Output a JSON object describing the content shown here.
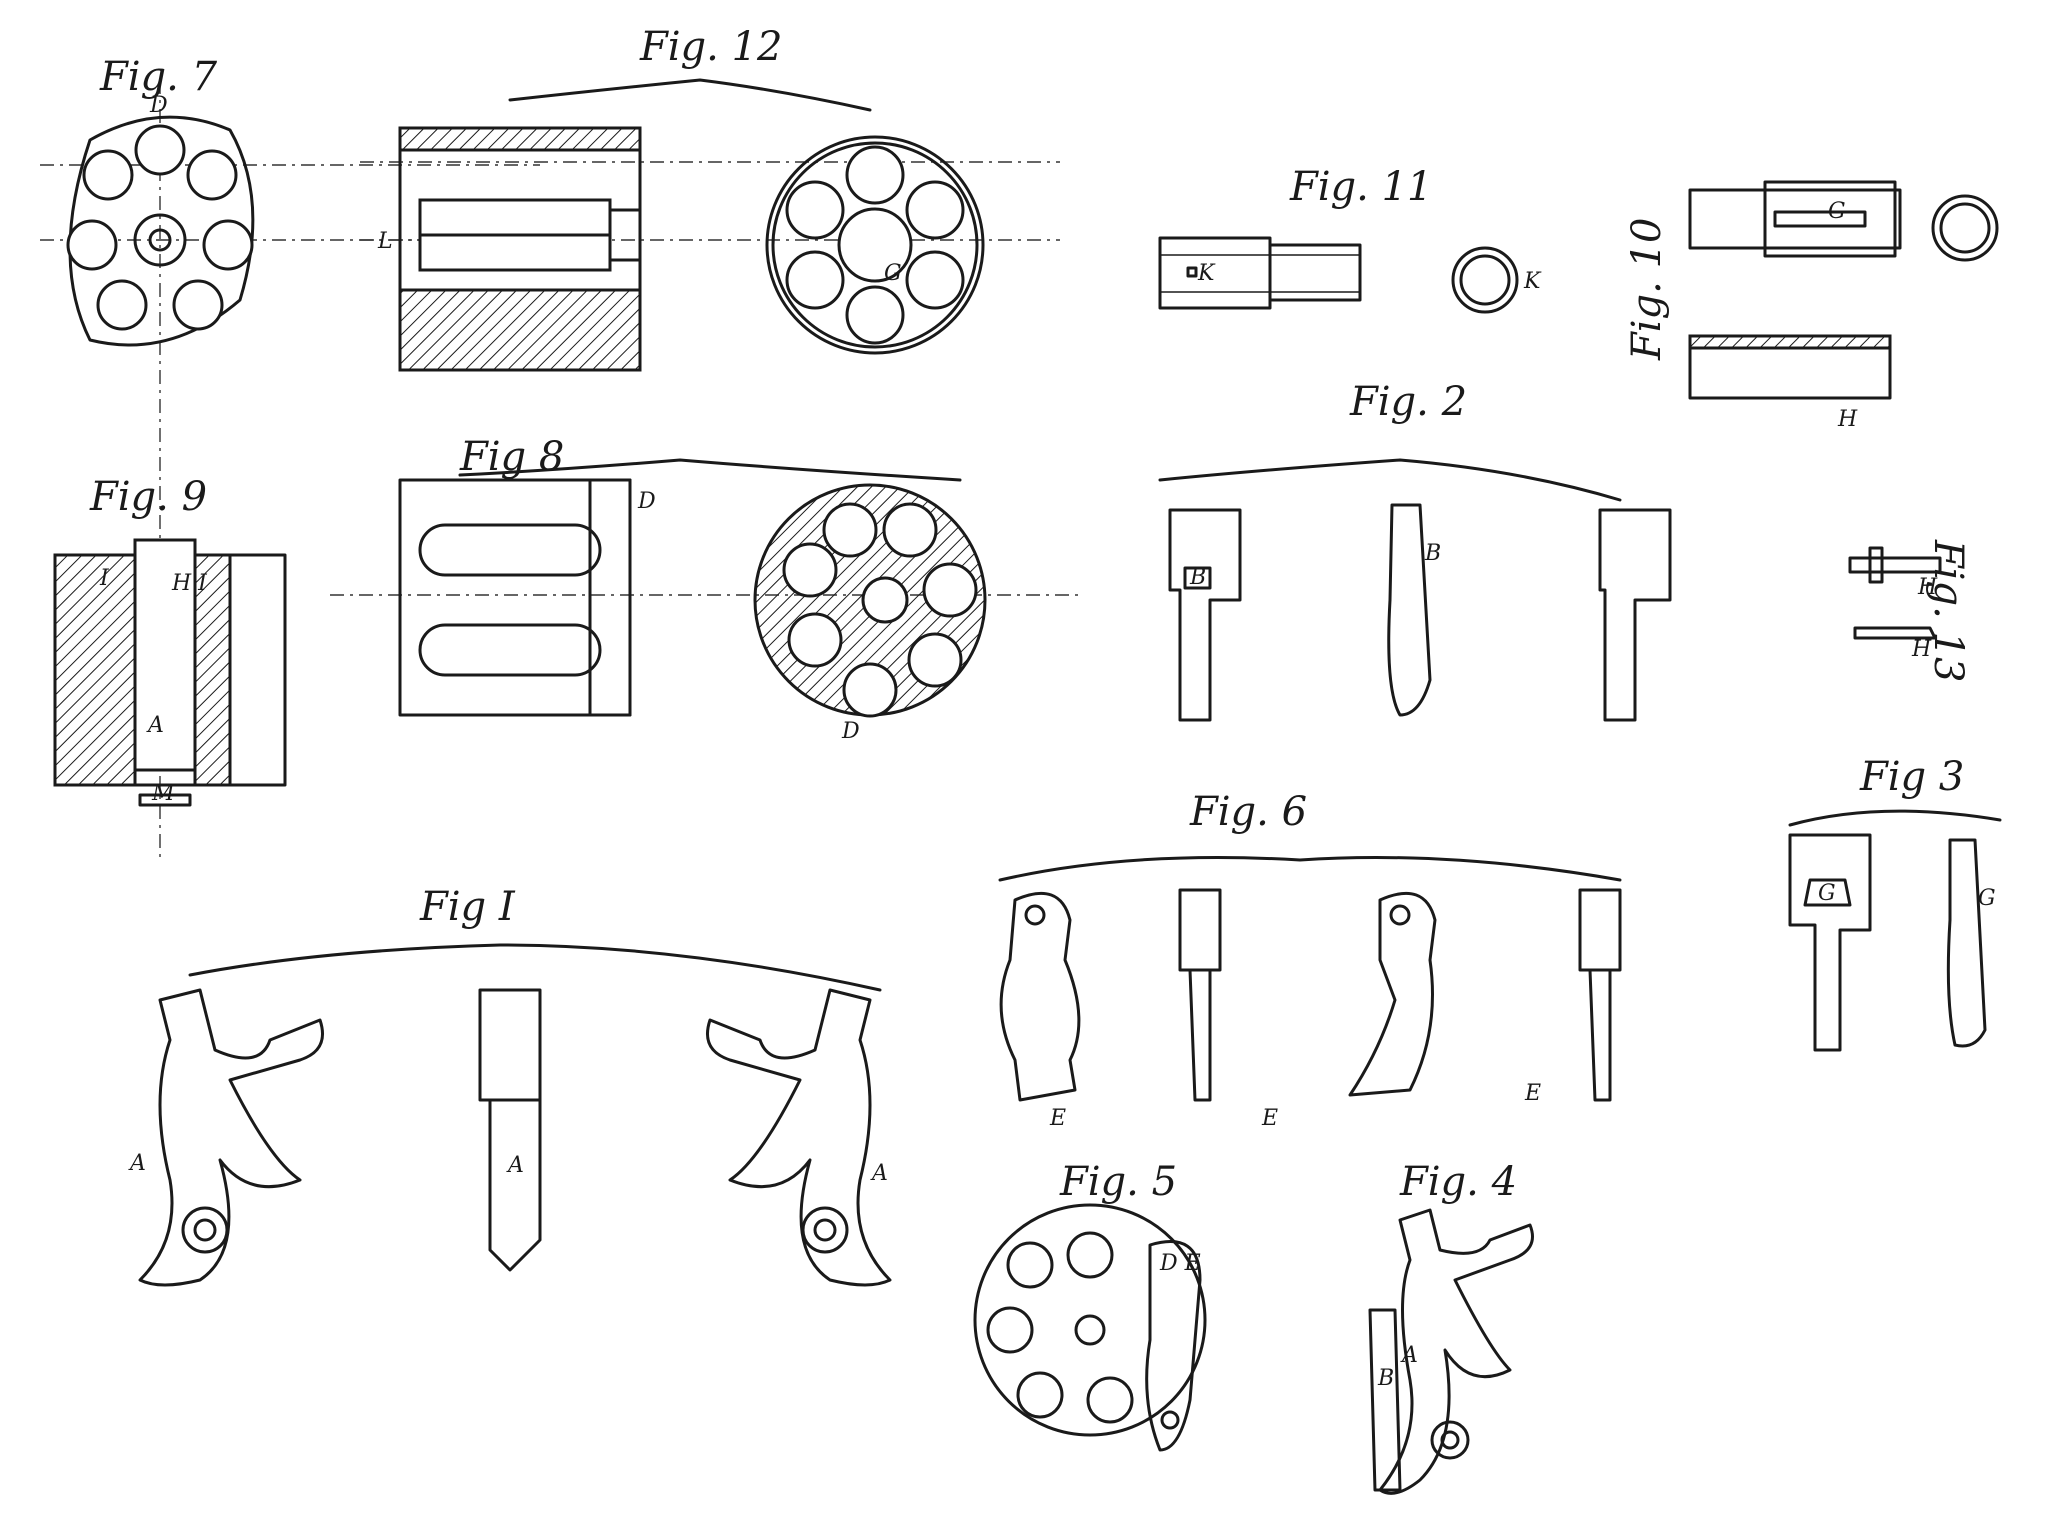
{
  "figures": {
    "fig7": "Fig. 7",
    "fig12": "Fig. 12",
    "fig11": "Fig. 11",
    "fig10": "Fig. 10",
    "fig9": "Fig. 9",
    "fig8": "Fig 8",
    "fig2": "Fig. 2",
    "fig13": "Fig. 13",
    "fig3": "Fig 3",
    "fig6": "Fig. 6",
    "fig1": "Fig I",
    "fig5": "Fig. 5",
    "fig4": "Fig. 4"
  },
  "labels": {
    "d": "D",
    "a": "A",
    "b": "B",
    "e": "E",
    "g": "G",
    "h": "H",
    "i": "I",
    "k": "K",
    "l": "L",
    "m": "M",
    "de": "D E",
    "hi": "H I",
    "hh": "H"
  }
}
